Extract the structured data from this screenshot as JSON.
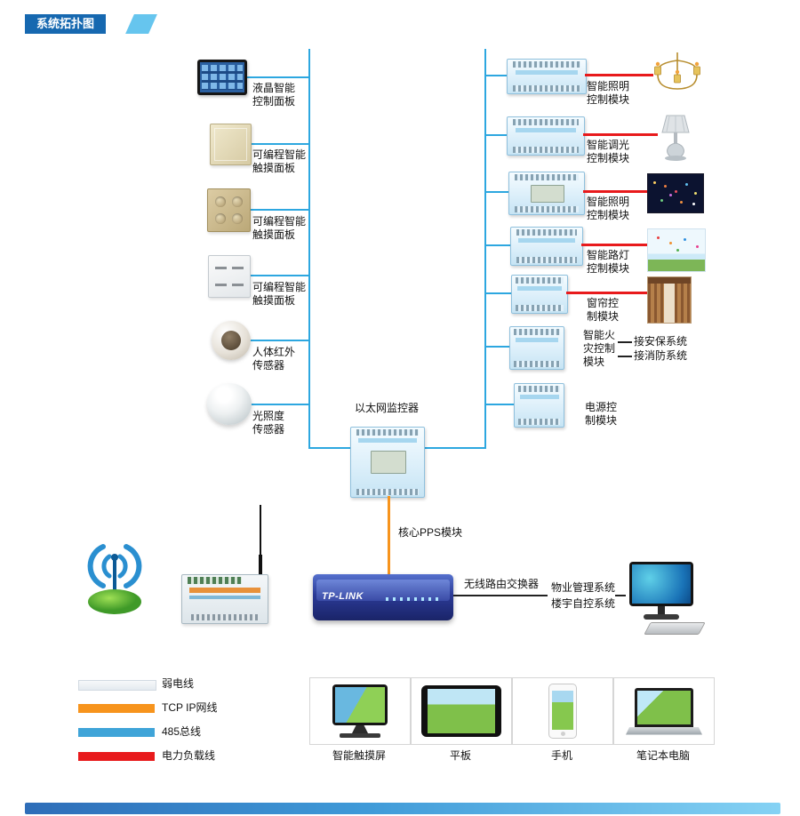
{
  "header": {
    "title": "系统拓扑图"
  },
  "left_devices": [
    {
      "label": "液晶智能\n控制面板"
    },
    {
      "label": "可编程智能\n触摸面板"
    },
    {
      "label": "可编程智能\n触摸面板"
    },
    {
      "label": "可编程智能\n触摸面板"
    },
    {
      "label": "人体红外\n传感器"
    },
    {
      "label": "光照度\n传感器"
    }
  ],
  "right_modules": [
    {
      "label": "智能照明\n控制模块"
    },
    {
      "label": "智能调光\n控制模块"
    },
    {
      "label": "智能照明\n控制模块"
    },
    {
      "label": "智能路灯\n控制模块"
    },
    {
      "label": "窗帘控\n制模块"
    },
    {
      "label": "智能火\n灾控制\n模块",
      "links": [
        "接安保系统",
        "接消防系统"
      ]
    },
    {
      "label": "电源控\n制模块"
    }
  ],
  "center": {
    "ethernet_monitor_label": "以太网监控器",
    "pps_label": "核心PPS模块",
    "router_brand": "TP-LINK",
    "router_label": "无线路由交换器",
    "router_links": [
      "物业管理系统",
      "楼宇自控系统"
    ]
  },
  "legend": {
    "items": [
      {
        "label": "弱电线",
        "color": "#e9eef4"
      },
      {
        "label": "TCP IP网线",
        "color": "#f7941d"
      },
      {
        "label": "485总线",
        "color": "#3fa4d8"
      },
      {
        "label": "电力负载线",
        "color": "#e81a1c"
      }
    ]
  },
  "bottom_devices": [
    {
      "label": "智能触摸屏"
    },
    {
      "label": "平板"
    },
    {
      "label": "手机"
    },
    {
      "label": "笔记本电脑"
    }
  ],
  "colors": {
    "bus_blue": "#2da7e0",
    "tcp_orange": "#f7941d",
    "power_red": "#e81a1c",
    "header_blue": "#1668b0",
    "header_accent": "#66c5ee"
  }
}
